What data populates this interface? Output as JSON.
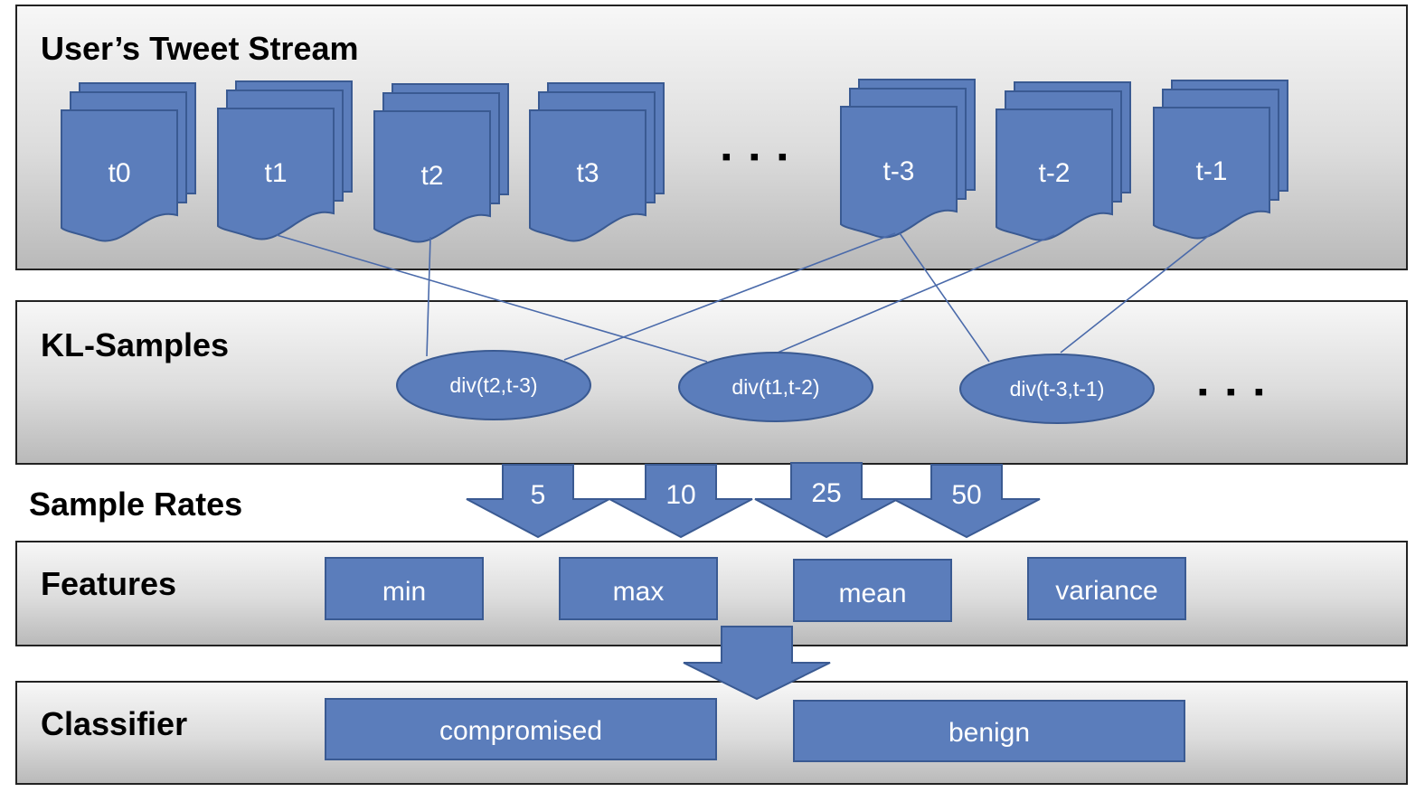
{
  "colors": {
    "box_fill": "#5b7dbb",
    "box_stroke": "#3a5a92",
    "line": "#4a6aaa",
    "panel_stroke": "#222222",
    "panel_top": "#f6f6f6",
    "panel_bottom": "#bdbdbd"
  },
  "stream": {
    "title": "User’s Tweet Stream",
    "docs": [
      "t0",
      "t1",
      "t2",
      "t3",
      "t-3",
      "t-2",
      "t-1"
    ],
    "ellipsis": "▪ ▪ ▪"
  },
  "kl": {
    "title": "KL-Samples",
    "samples": [
      "div(t2,t-3)",
      "div(t1,t-2)",
      "div(t-3,t-1)"
    ],
    "ellipsis": "▪ ▪ ▪"
  },
  "rates": {
    "title": "Sample Rates",
    "values": [
      "5",
      "10",
      "25",
      "50"
    ]
  },
  "features": {
    "title": "Features",
    "items": [
      "min",
      "max",
      "mean",
      "variance"
    ]
  },
  "classifier": {
    "title": "Classifier",
    "classes": [
      "compromised",
      "benign"
    ]
  }
}
